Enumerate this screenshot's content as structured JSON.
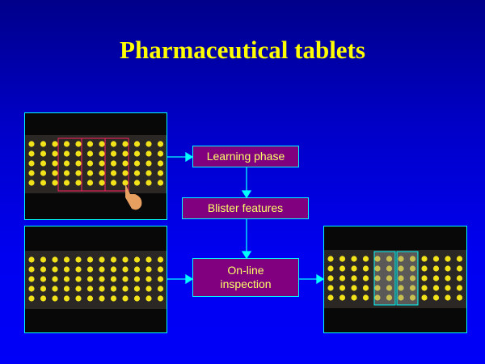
{
  "title": "Pharmaceutical tablets",
  "steps": {
    "learning": "Learning phase",
    "features": "Blister features",
    "inspection_line1": "On-line",
    "inspection_line2": "inspection"
  },
  "colors": {
    "title": "#ffff00",
    "box": "#800080",
    "border": "#00ffff",
    "tablet": "#f2e21a",
    "selection": "#ff2060"
  },
  "images": {
    "columns": 12,
    "rows": 5
  }
}
